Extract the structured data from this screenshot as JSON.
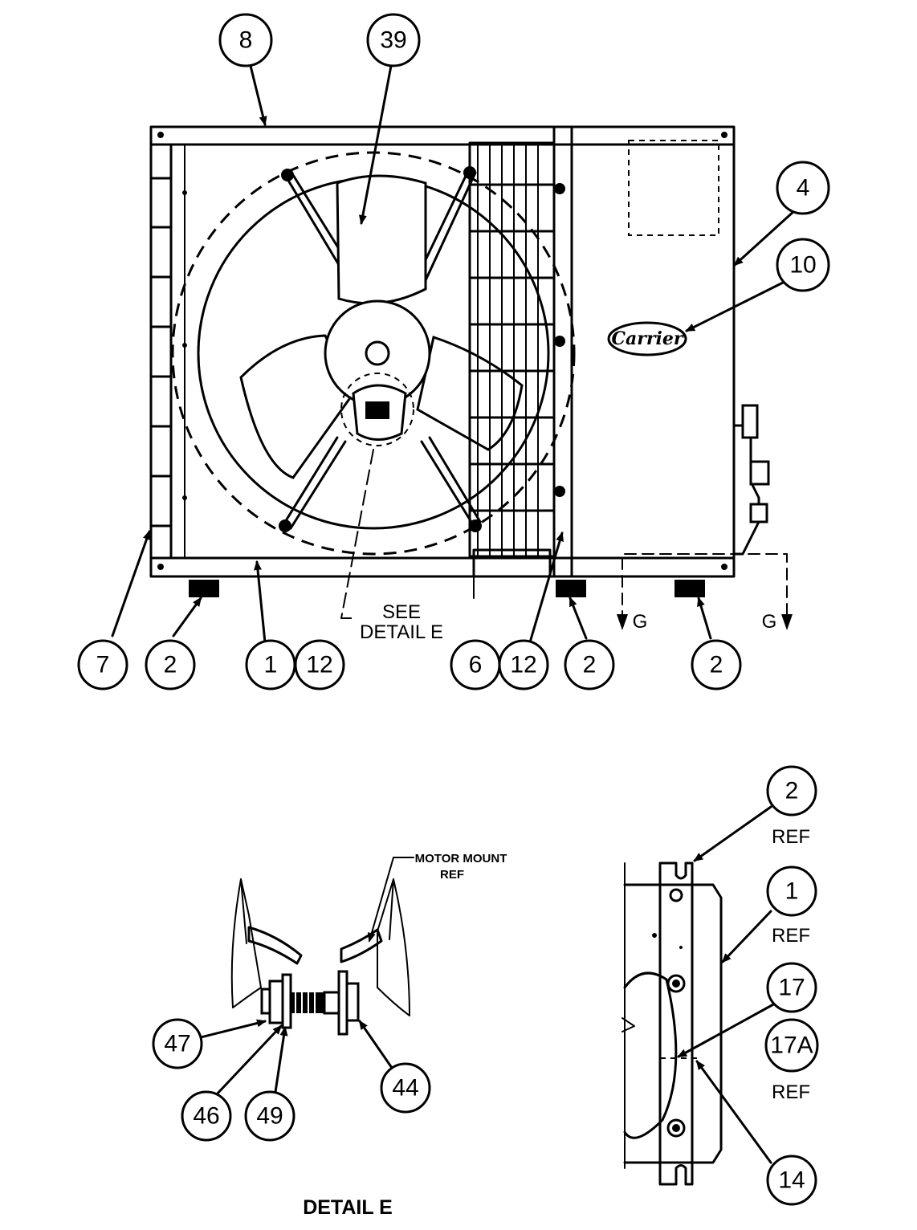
{
  "callouts": {
    "c8": "8",
    "c39": "39",
    "c4": "4",
    "c10": "10",
    "c7": "7",
    "c2a": "2",
    "c1": "1",
    "c12a": "12",
    "c6": "6",
    "c12b": "12",
    "c2b": "2",
    "c2c": "2",
    "c47": "47",
    "c46": "46",
    "c49": "49",
    "c44": "44",
    "c2ref": "2",
    "c1ref": "1",
    "c17": "17",
    "c17a": "17A",
    "c14": "14"
  },
  "labels": {
    "see": "SEE",
    "detail_e_ref": "DETAIL E",
    "g_left": "G",
    "g_right": "G",
    "motor_mount": "MOTOR MOUNT",
    "motor_mount_ref": "REF",
    "ref_2": "REF",
    "ref_1": "REF",
    "ref_17a": "REF",
    "detail_e_title": "DETAIL E"
  },
  "brand_logo": "Carrier"
}
